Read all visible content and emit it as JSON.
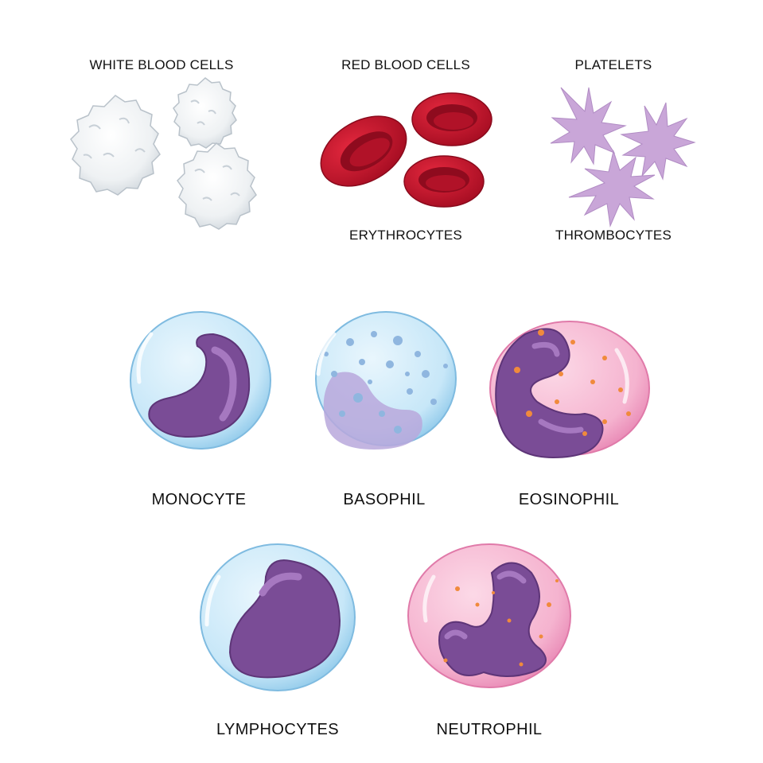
{
  "labels": {
    "white_blood_cells": "WHITE BLOOD CELLS",
    "red_blood_cells": "RED BLOOD CELLS",
    "platelets": "PLATELETS",
    "erythrocytes": "ERYTHROCYTES",
    "thrombocytes": "THROMBOCYTES",
    "monocyte": "MONOCYTE",
    "basophil": "BASOPHIL",
    "eosinophil": "EOSINOPHIL",
    "lymphocytes": "LYMPHOCYTES",
    "neutrophil": "NEUTROPHIL"
  },
  "colors": {
    "white_cell": "#eef1f3",
    "red_cell": "#c8102e",
    "platelet": "#c9a6d8",
    "blue_membrane": "#bfe3f7",
    "pink_membrane": "#f4a6c6",
    "nucleus": "#7a4c96",
    "granule_orange": "#f08a3c",
    "granule_blue": "#8fb6df"
  }
}
